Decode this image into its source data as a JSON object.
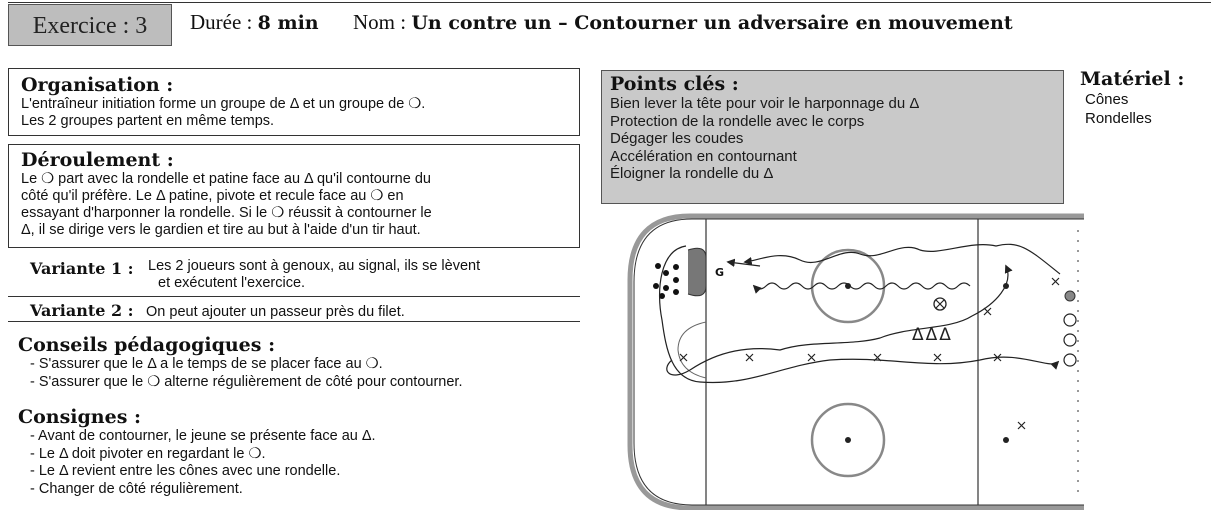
{
  "header": {
    "exercise_label": "Exercice : 3",
    "duration_label": "Durée :",
    "duration_value": "8 min",
    "name_label": "Nom :",
    "name_value": "Un contre un – Contourner un adversaire en mouvement"
  },
  "organisation": {
    "title": "Organisation :",
    "lines": [
      "L'entraîneur initiation forme un groupe de Δ et un groupe de ❍.",
      "Les 2 groupes partent en même temps."
    ]
  },
  "deroulement": {
    "title": "Déroulement :",
    "lines": [
      "Le ❍ part avec la rondelle et patine face au Δ qu'il contourne du",
      "côté qu'il préfère. Le Δ patine, pivote et recule face au ❍ en",
      "essayant d'harponner la rondelle. Si le ❍ réussit à contourner le",
      "Δ, il se dirige vers le gardien et tire au but à l'aide d'un tir haut."
    ]
  },
  "variante1": {
    "label": "Variante 1 :",
    "lines": [
      "Les 2 joueurs sont à genoux, au signal, ils se lèvent",
      "et exécutent l'exercice."
    ]
  },
  "variante2": {
    "label": "Variante 2 :",
    "text": "On peut ajouter un passeur près du filet."
  },
  "conseils": {
    "title": "Conseils pédagogiques :",
    "items": [
      "- S'assurer que le Δ a le temps de se placer face au ❍.",
      "- S'assurer que le ❍ alterne régulièrement de côté pour contourner."
    ]
  },
  "consignes": {
    "title": "Consignes :",
    "items": [
      "- Avant de contourner, le jeune se présente face au Δ.",
      "- Le Δ doit pivoter en regardant le ❍.",
      "- Le Δ revient entre les cônes avec une rondelle.",
      "- Changer de côté régulièrement."
    ]
  },
  "points_cles": {
    "title": "Points clés :",
    "items": [
      "Bien lever la tête pour voir le harponnage du Δ",
      "Protection de la rondelle avec le corps",
      "Dégager les coudes",
      "Accélération en contournant",
      "Éloigner la rondelle du Δ"
    ]
  },
  "materiel": {
    "title": "Matériel :",
    "items": [
      "Cônes",
      "Rondelles"
    ]
  },
  "diagram": {
    "goalie_label": "G",
    "cones_label": "ΔΔΔ",
    "palette": {
      "ink": "#222222",
      "zone_gray": "#9a9a9a",
      "box_gray": "#c9c9c9"
    }
  }
}
